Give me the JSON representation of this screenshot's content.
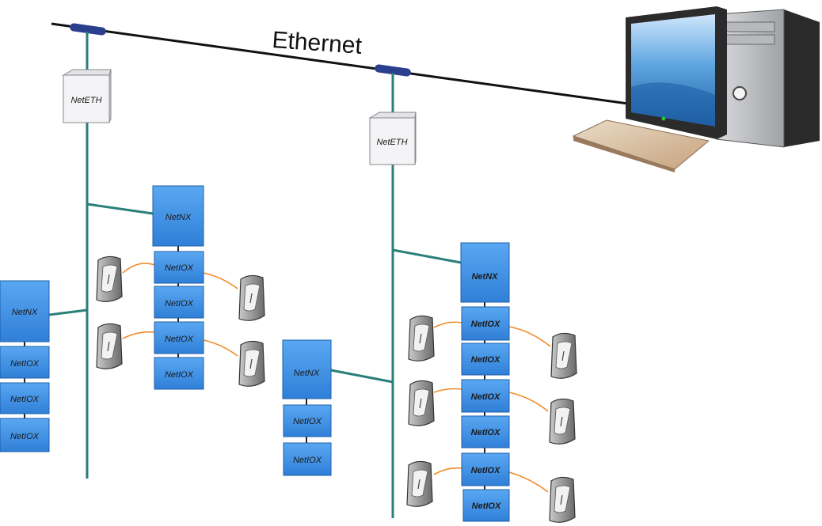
{
  "diagram": {
    "bus_label": "Ethernet",
    "gateway_label": "NetETH",
    "controller_label": "NetNX",
    "io_label": "NetIOX",
    "colors": {
      "bus": "#111111",
      "trunk": "#2a7f78",
      "module_fill": "#3a8ee6",
      "module_stroke": "#1f5fa8",
      "reader_wire": "#f08a2a",
      "connector": "#2b3f8f",
      "gateway_fill": "#f4f4f6"
    },
    "icons": [
      "computer-tower-icon",
      "monitor-icon",
      "keyboard-icon",
      "card-reader-icon"
    ]
  }
}
